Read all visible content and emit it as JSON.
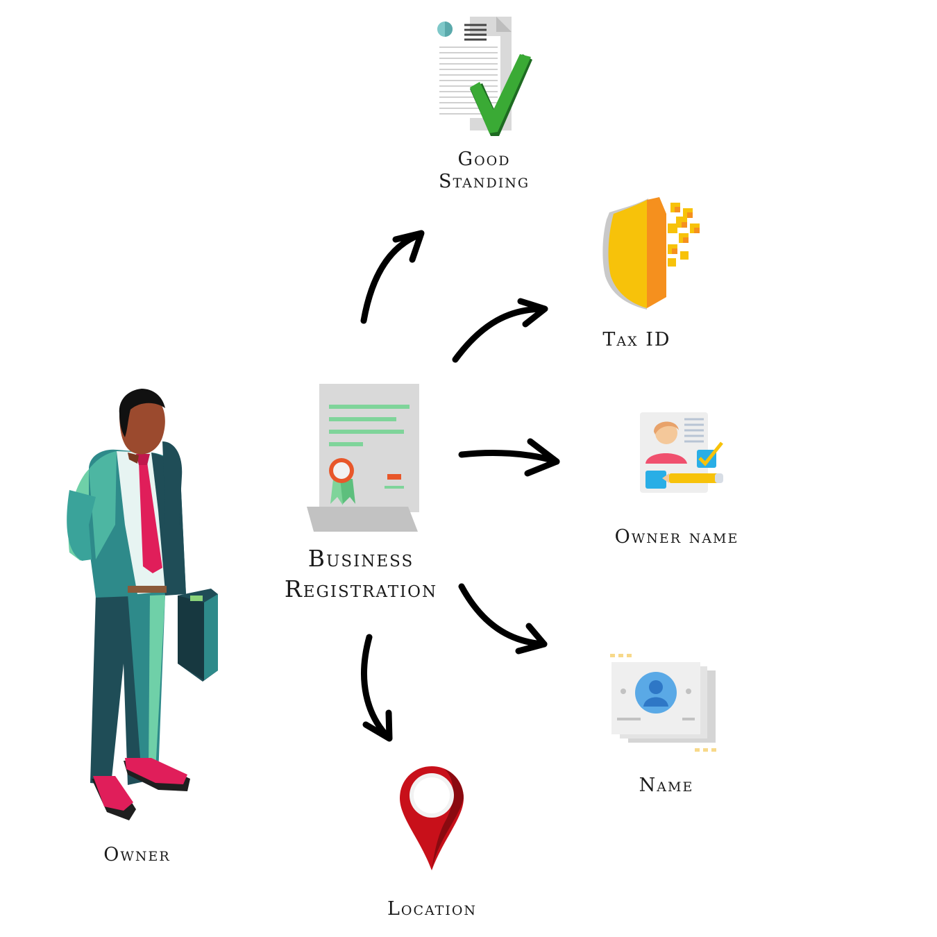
{
  "labels": {
    "good_standing_line1": "Good",
    "good_standing_line2": "Standing",
    "tax_id": "Tax ID",
    "owner_name": "Owner name",
    "business_registration_line1": "Business",
    "business_registration_line2": "Registration",
    "name": "Name",
    "location": "Location",
    "owner": "Owner"
  },
  "icons": {
    "good_standing": "document-checkmark-icon",
    "tax_id": "shield-icon",
    "owner_name": "profile-card-icon",
    "business_registration": "certificate-icon",
    "name": "id-card-icon",
    "location": "map-pin-icon",
    "owner": "businessman-icon"
  },
  "colors": {
    "arrow": "#000000",
    "checkmark": "#3aaa35",
    "shield_left": "#f7c20a",
    "shield_right": "#f5901e",
    "pin": "#c8101a",
    "certificate_lines": "#7fd49a",
    "ribbon": "#e8572a",
    "suit": "#2e8a8a",
    "tie": "#e01e5a"
  }
}
